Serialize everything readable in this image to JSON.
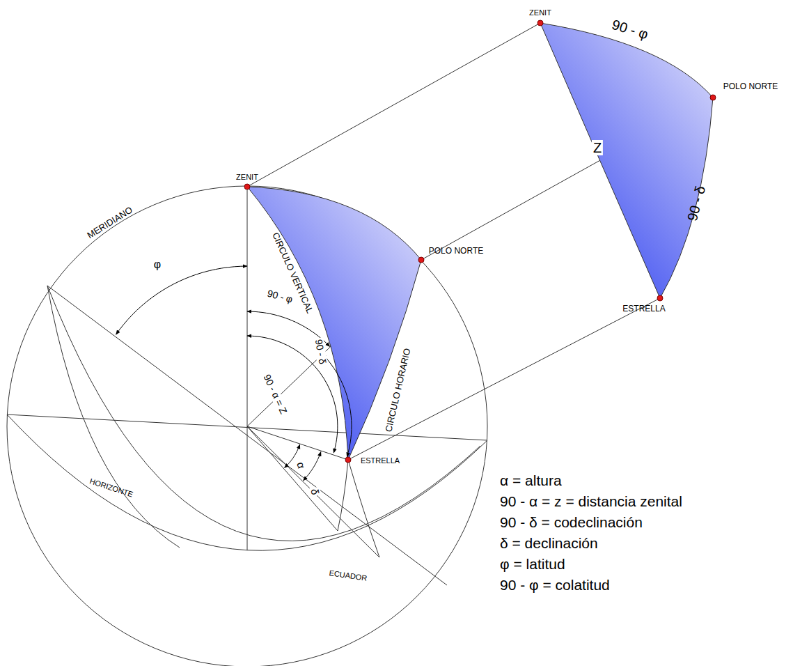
{
  "diagram": {
    "labels": [
      "ZENIT",
      "90 - φ",
      "POLO NORTE",
      "Z",
      "90 - δ",
      "ESTRELLA",
      "ZENIT",
      "MERIDIANO",
      "CIRCULO VERTICAL",
      "POLO NORTE",
      "CIRCULO HORARIO",
      "φ",
      "90 - φ",
      "90 - α = Z",
      "90 - δ",
      "ESTRELLA",
      "α",
      "δ",
      "HORIZONTE",
      "ECUADOR",
      "α = altura",
      "90 - α = z = distancia zenital",
      "90 - δ = codeclinación",
      "δ = declinación",
      "φ = latitud",
      "90 - φ = colatitud"
    ]
  }
}
